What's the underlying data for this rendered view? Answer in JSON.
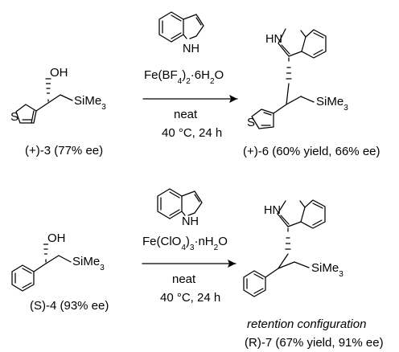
{
  "reaction_top": {
    "reagent_formula": "Fe(BF4)2·6H2O",
    "conditions": [
      "neat",
      "40 °C, 24 h"
    ],
    "reactant": {
      "hydroxy": "OH",
      "heteroatom": "S",
      "silyl": "SiMe3",
      "label": "(+)-3 (77% ee)"
    },
    "indole": {
      "nh": "NH"
    },
    "product": {
      "nh": "HN",
      "heteroatom": "S",
      "silyl": "SiMe3",
      "label": "(+)-6 (60% yield, 66% ee)"
    }
  },
  "reaction_bottom": {
    "reagent_formula": "Fe(ClO4)3·nH2O",
    "conditions": [
      "neat",
      "40 °C, 24 h"
    ],
    "reactant": {
      "hydroxy": "OH",
      "silyl": "SiMe3",
      "label": "(S)-4 (93% ee)"
    },
    "indole": {
      "nh": "NH"
    },
    "product": {
      "nh": "HN",
      "silyl": "SiMe3",
      "note": "retention configuration",
      "label": "(R)-7 (67% yield, 91% ee)"
    }
  }
}
